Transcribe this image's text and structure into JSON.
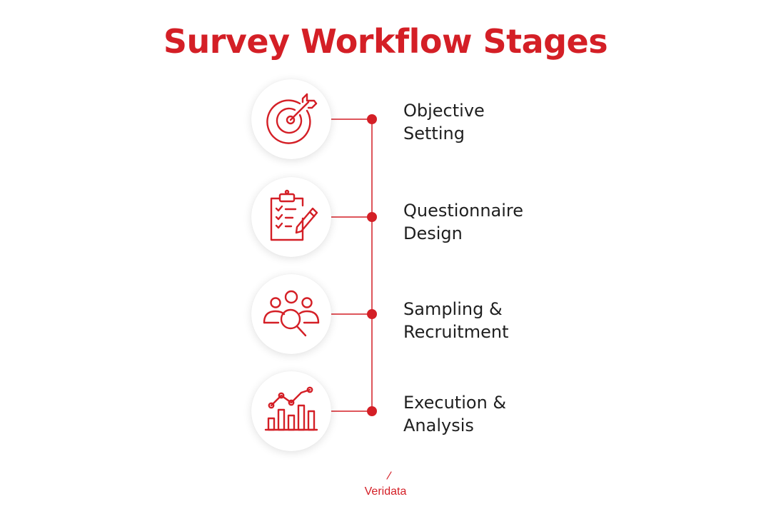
{
  "title": "Survey Workflow Stages",
  "accent_color": "#d41f26",
  "stages": [
    {
      "icon": "target-arrow-icon",
      "label_line1": "Objective",
      "label_line2": "Setting"
    },
    {
      "icon": "clipboard-checklist-pencil-icon",
      "label_line1": "Questionnaire",
      "label_line2": "Design"
    },
    {
      "icon": "people-magnifier-icon",
      "label_line1": "Sampling &",
      "label_line2": "Recruitment"
    },
    {
      "icon": "bar-line-chart-icon",
      "label_line1": "Execution &",
      "label_line2": "Analysis"
    }
  ],
  "brand": {
    "name": "Veridata"
  }
}
